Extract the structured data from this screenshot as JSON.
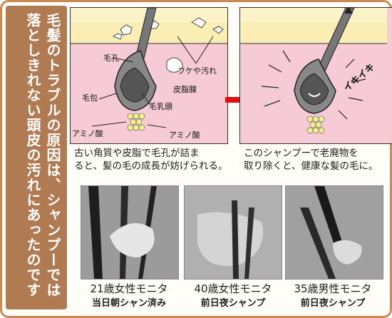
{
  "headline": "毛髪のトラブルの原因は、シャンプーでは落としきれない頭皮の汚れにあったのです",
  "left_panel": {
    "labels": {
      "pore": "毛孔",
      "dandruff": "フケや汚れ",
      "sebaceous": "皮脂腺",
      "follicle": "毛包",
      "papilla": "毛乳頭",
      "amino_left": "アミノ酸",
      "amino_right": "アミノ酸"
    },
    "caption_line1": "古い角質や皮脂で毛孔が詰ま",
    "caption_line2": "ると、髪の毛の成長が妨げられる。"
  },
  "right_panel": {
    "vivid_text": "イキイキ",
    "caption_line1": "このシャンプーで老廃物を",
    "caption_line2": "取り除くと、健康な髪の毛に。"
  },
  "photos": [
    {
      "label": "21歳女性モニタ",
      "sublabel": "当日朝シャン済み"
    },
    {
      "label": "40歳女性モニタ",
      "sublabel": "前日夜シャンプ"
    },
    {
      "label": "35歳男性モニタ",
      "sublabel": "前日夜シャンプ"
    }
  ],
  "colors": {
    "frame": "#c98a54",
    "sidebar": "#b07a52",
    "skin": "#f6cbd6",
    "arrow": "#e01010"
  }
}
